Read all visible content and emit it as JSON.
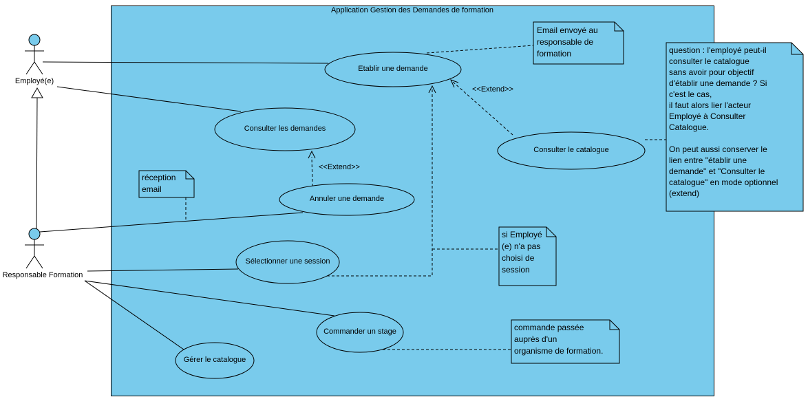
{
  "diagram": {
    "title": "Application Gestion des Demandes de formation",
    "actors": [
      {
        "name": "Employé(e)"
      },
      {
        "name": "Responsable Formation"
      }
    ],
    "use_cases": [
      {
        "label": "Etablir une demande"
      },
      {
        "label": "Consulter les demandes"
      },
      {
        "label": "Annuler une demande"
      },
      {
        "label": "Consulter le catalogue"
      },
      {
        "label": "Sélectionner une session"
      },
      {
        "label": "Commander un stage"
      },
      {
        "label": "Gérer le catalogue"
      }
    ],
    "notes": [
      {
        "id": "email",
        "text": "Email envoyé au\nresponsable de\nformation"
      },
      {
        "id": "reception",
        "text": "réception\nemail"
      },
      {
        "id": "session",
        "text": "si Employé\n(e) n'a pas\nchoisi de\nsession"
      },
      {
        "id": "commande",
        "text": "commande passée\nauprès d'un\norganisme de formation."
      },
      {
        "id": "question",
        "text": "question : l'employé peut-il\nconsulter le catalogue\nsans avoir pour objectif\nd'établir une demande ? Si\nc'est le cas,\nil faut alors lier l'acteur\nEmployé à Consulter\nCatalogue.\n\nOn peut aussi conserver le\nlien entre \"établir une\ndemande\" et \"Consulter le\ncatalogue\" en mode optionnel\n(extend)"
      }
    ],
    "extend_label": "<<Extend>>",
    "relations": [
      {
        "type": "association",
        "from": "Employé(e)",
        "to": "Etablir une demande"
      },
      {
        "type": "association",
        "from": "Employé(e)",
        "to": "Consulter les demandes"
      },
      {
        "type": "generalization",
        "from": "Responsable Formation",
        "to": "Employé(e)"
      },
      {
        "type": "association",
        "from": "Responsable Formation",
        "to": "Annuler une demande"
      },
      {
        "type": "association",
        "from": "Responsable Formation",
        "to": "Sélectionner une session"
      },
      {
        "type": "association",
        "from": "Responsable Formation",
        "to": "Commander un stage"
      },
      {
        "type": "association",
        "from": "Responsable Formation",
        "to": "Gérer le catalogue"
      },
      {
        "type": "extend",
        "from": "Annuler une demande",
        "to": "Consulter les demandes",
        "label": "<<Extend>>"
      },
      {
        "type": "extend",
        "from": "Consulter le catalogue",
        "to": "Etablir une demande",
        "label": "<<Extend>>"
      },
      {
        "type": "extend",
        "from": "Sélectionner une session",
        "to": "Etablir une demande"
      }
    ],
    "colors": {
      "fill": "#79cbec",
      "stroke": "#000000",
      "background": "#ffffff"
    }
  }
}
